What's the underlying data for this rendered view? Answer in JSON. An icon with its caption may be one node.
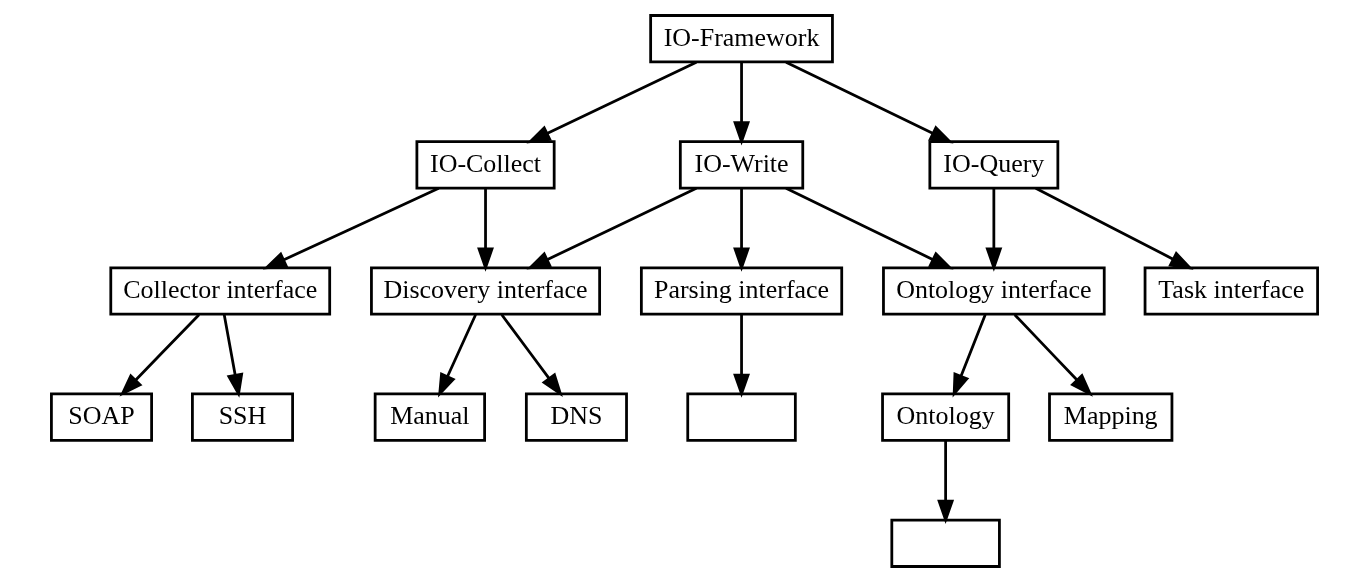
{
  "diagram": {
    "nodes": [
      {
        "text": [
          "IO-Framework"
        ]
      },
      {
        "text": [
          "IO-Collect"
        ]
      },
      {
        "text": [
          "IO-Write"
        ]
      },
      {
        "text": [
          "IO-Query"
        ]
      },
      {
        "text": [
          "Collector interface"
        ]
      },
      {
        "text": [
          "Discovery interface"
        ]
      },
      {
        "text": [
          "Parsing interface"
        ]
      },
      {
        "text": [
          "Ontology interface"
        ]
      },
      {
        "text": [
          "Task interface"
        ]
      },
      {
        "text": [
          "SOAP"
        ]
      },
      {
        "text": [
          "SSH"
        ]
      },
      {
        "text": [
          "Manual"
        ]
      },
      {
        "text": [
          "DNS"
        ]
      },
      {
        "text": [],
        "shape": "box"
      },
      {
        "text": [
          "Ontology"
        ]
      },
      {
        "text": [
          "Mapping"
        ]
      },
      {
        "text": [],
        "shape": "box"
      }
    ],
    "edges": [
      {
        "from": 0,
        "to": 1,
        "arrow": "to"
      },
      {
        "from": 0,
        "to": 2,
        "arrow": "to"
      },
      {
        "from": 0,
        "to": 3,
        "arrow": "to"
      },
      {
        "from": 1,
        "to": 4,
        "arrow": "to"
      },
      {
        "from": 1,
        "to": 5,
        "arrow": "to"
      },
      {
        "from": 2,
        "to": 5,
        "arrow": "to"
      },
      {
        "from": 2,
        "to": 6,
        "arrow": "to"
      },
      {
        "from": 2,
        "to": 7,
        "arrow": "to"
      },
      {
        "from": 3,
        "to": 7,
        "arrow": "to"
      },
      {
        "from": 3,
        "to": 8,
        "arrow": "to"
      },
      {
        "from": 4,
        "to": 9,
        "arrow": "to"
      },
      {
        "from": 4,
        "to": 10,
        "arrow": "to"
      },
      {
        "from": 5,
        "to": 11,
        "arrow": "to"
      },
      {
        "from": 5,
        "to": 12,
        "arrow": "to"
      },
      {
        "from": 6,
        "to": 13,
        "arrow": "to"
      },
      {
        "from": 7,
        "to": 14,
        "arrow": "to"
      },
      {
        "from": 7,
        "to": 15,
        "arrow": "to"
      },
      {
        "from": 14,
        "to": 16,
        "arrow": "to"
      }
    ]
  }
}
